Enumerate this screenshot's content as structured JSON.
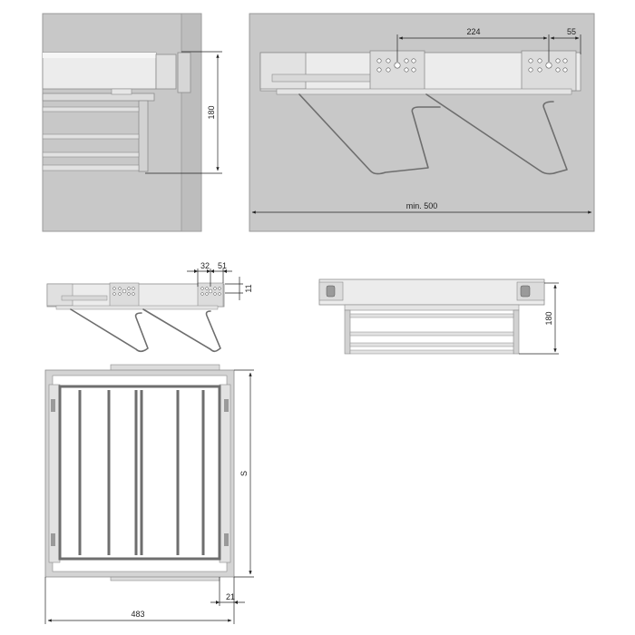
{
  "colors": {
    "panel_bg": "#c8c8c8",
    "panel_border": "#9a9a9a",
    "part_light": "#ececec",
    "part_mid": "#d9d9d9",
    "part_dark": "#8c8c8c",
    "line": "#222222"
  },
  "views": {
    "side_detail": {
      "dims": {
        "height": "180"
      }
    },
    "front_detail": {
      "dims": {
        "spacing": "224",
        "offset": "55",
        "min_width": "min. 500"
      }
    },
    "front_small": {
      "dims": {
        "a": "32",
        "b": "51",
        "c": "11"
      }
    },
    "side_small": {
      "dims": {
        "height": "180"
      }
    },
    "top_view": {
      "dims": {
        "depth": "S",
        "width": "483",
        "margin": "21"
      }
    }
  }
}
